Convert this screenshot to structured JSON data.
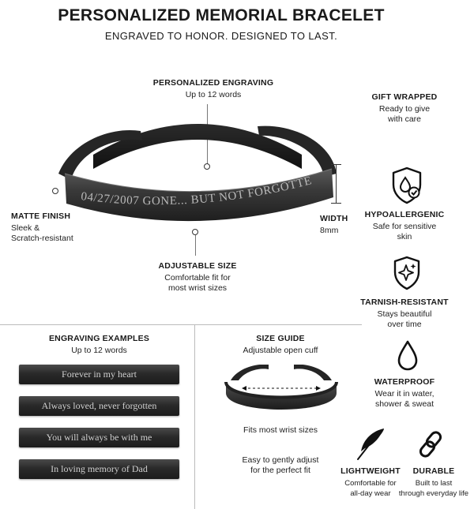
{
  "header": {
    "title": "PERSONALIZED MEMORIAL BRACELET",
    "subtitle": "ENGRAVED TO HONOR. DESIGNED TO LAST."
  },
  "product": {
    "engraving_text": "04/27/2007 GONE... BUT NOT FORGOTTEN",
    "callouts": {
      "engraving": {
        "title": "PERSONALIZED ENGRAVING",
        "text": "Up to 12 words"
      },
      "matte": {
        "title": "MATTE FINISH",
        "line1": "Sleek &",
        "line2": "Scratch-resistant"
      },
      "width": {
        "title": "WIDTH",
        "text": "8mm"
      },
      "adjustable": {
        "title": "ADJUSTABLE SIZE",
        "line1": "Comfortable fit for",
        "line2": "most wrist sizes"
      }
    }
  },
  "features": [
    {
      "icon": "gift-icon",
      "title": "GIFT WRAPPED",
      "line1": "Ready to give",
      "line2": "with care"
    },
    {
      "icon": "shield-drop-icon",
      "title": "HYPOALLERGENIC",
      "line1": "Safe for sensitive",
      "line2": "skin"
    },
    {
      "icon": "shield-sparkle-icon",
      "title": "TARNISH-RESISTANT",
      "line1": "Stays beautiful",
      "line2": "over time"
    },
    {
      "icon": "water-drop-icon",
      "title": "WATERPROOF",
      "line1": "Wear it in water,",
      "line2": "shower & sweat"
    },
    {
      "icon": "feather-icon",
      "title": "LIGHTWEIGHT",
      "line1": "Comfortable for",
      "line2": "all-day wear"
    },
    {
      "icon": "chain-link-icon",
      "title": "DURABLE",
      "line1": "Built to last",
      "line2": "through everyday life"
    }
  ],
  "examples": {
    "title": "ENGRAVING EXAMPLES",
    "subtitle": "Up to 12 words",
    "items": [
      "Forever in my heart",
      "Always loved, never forgotten",
      "You will always be with me",
      "In loving memory of Dad"
    ]
  },
  "size_guide": {
    "title": "SIZE GUIDE",
    "subtitle": "Adjustable open cuff",
    "fit_text": "Fits most wrist sizes",
    "adjust_line1": "Easy to gently adjust",
    "adjust_line2": "for the perfect fit"
  }
}
